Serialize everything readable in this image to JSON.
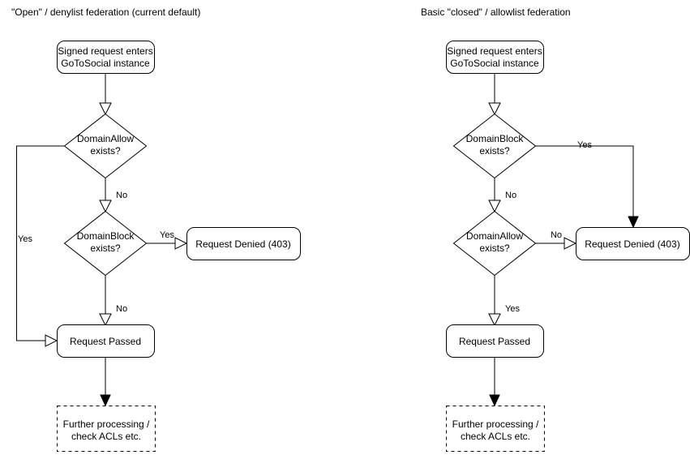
{
  "diagram": {
    "kind": "flowchart",
    "background_color": "#ffffff",
    "stroke_color": "#000000",
    "text_color": "#000000",
    "columns": [
      {
        "id": "denylist",
        "title": "\"Open\" / denylist federation (current default)",
        "nodes": [
          {
            "id": "start",
            "shape": "rounded-rect",
            "lines": [
              "Signed request enters",
              "GoToSocial instance"
            ]
          },
          {
            "id": "domain-allow",
            "shape": "diamond",
            "lines": [
              "DomainAllow",
              "exists?"
            ]
          },
          {
            "id": "domain-block",
            "shape": "diamond",
            "lines": [
              "DomainBlock",
              "exists?"
            ]
          },
          {
            "id": "denied",
            "shape": "rounded-rect",
            "lines": [
              "Request Denied (403)"
            ]
          },
          {
            "id": "passed",
            "shape": "rounded-rect",
            "lines": [
              "Request Passed"
            ]
          },
          {
            "id": "further",
            "shape": "rounded-rect-dashed",
            "lines": [
              "Further processing /",
              "check ACLs etc."
            ]
          }
        ],
        "edges": [
          {
            "id": "start-to-allow",
            "from": "start",
            "to": "domain-allow",
            "label": ""
          },
          {
            "id": "allow-yes",
            "from": "domain-allow",
            "to": "passed",
            "label": "Yes"
          },
          {
            "id": "allow-no",
            "from": "domain-allow",
            "to": "domain-block",
            "label": "No"
          },
          {
            "id": "block-yes",
            "from": "domain-block",
            "to": "denied",
            "label": "Yes"
          },
          {
            "id": "block-no",
            "from": "domain-block",
            "to": "passed",
            "label": "No"
          },
          {
            "id": "passed-to-further",
            "from": "passed",
            "to": "further",
            "label": ""
          }
        ]
      },
      {
        "id": "allowlist",
        "title": "Basic \"closed\" / allowlist federation",
        "nodes": [
          {
            "id": "start",
            "shape": "rounded-rect",
            "lines": [
              "Signed request enters",
              "GoToSocial instance"
            ]
          },
          {
            "id": "domain-block",
            "shape": "diamond",
            "lines": [
              "DomainBlock",
              "exists?"
            ]
          },
          {
            "id": "domain-allow",
            "shape": "diamond",
            "lines": [
              "DomainAllow",
              "exists?"
            ]
          },
          {
            "id": "denied",
            "shape": "rounded-rect",
            "lines": [
              "Request Denied (403)"
            ]
          },
          {
            "id": "passed",
            "shape": "rounded-rect",
            "lines": [
              "Request Passed"
            ]
          },
          {
            "id": "further",
            "shape": "rounded-rect-dashed",
            "lines": [
              "Further processing /",
              "check ACLs etc."
            ]
          }
        ],
        "edges": [
          {
            "id": "start-to-block",
            "from": "start",
            "to": "domain-block",
            "label": ""
          },
          {
            "id": "block-yes",
            "from": "domain-block",
            "to": "denied",
            "label": "Yes"
          },
          {
            "id": "block-no",
            "from": "domain-block",
            "to": "domain-allow",
            "label": "No"
          },
          {
            "id": "allow-no",
            "from": "domain-allow",
            "to": "denied",
            "label": "No"
          },
          {
            "id": "allow-yes",
            "from": "domain-allow",
            "to": "passed",
            "label": "Yes"
          },
          {
            "id": "passed-to-further",
            "from": "passed",
            "to": "further",
            "label": ""
          }
        ]
      }
    ]
  }
}
